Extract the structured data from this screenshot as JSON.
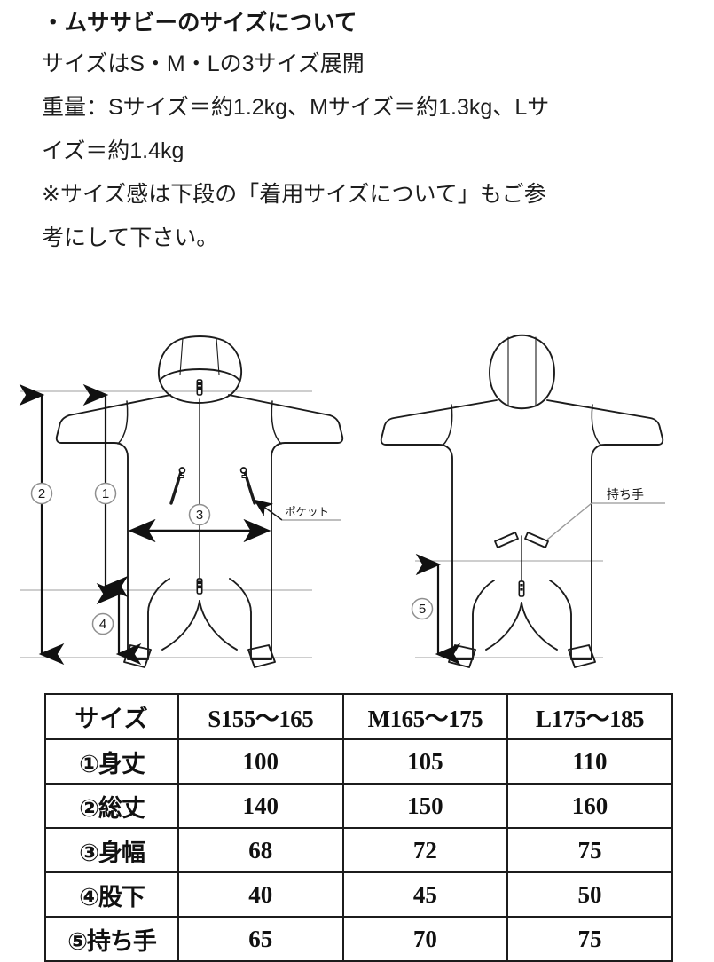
{
  "document": {
    "heading": "・ムササビーのサイズについて",
    "paragraph_lines": [
      "サイズはS・M・Lの3サイズ展開",
      "重量：Sサイズ＝約1.2kg、Mサイズ＝約1.3kg、Lサ",
      "イズ＝約1.4kg",
      "※サイズ感は下段の「着用サイズについて」もご参",
      "考にして下さい。"
    ]
  },
  "diagram": {
    "front_view": {
      "name": "front-view",
      "callout_pocket": "ポケット",
      "dimension_markers": [
        "②",
        "①",
        "③",
        "④"
      ]
    },
    "back_view": {
      "name": "back-view",
      "callout_handle": "持ち手",
      "dimension_markers": [
        "⑤"
      ]
    },
    "colors": {
      "outline": "#1a1a1a",
      "guide_line": "#b8b8b8",
      "marker_circle": "#8a8a8a",
      "fill": "#ffffff"
    }
  },
  "table": {
    "headers": [
      "サイズ",
      "S155〜165",
      "M165〜175",
      "L175〜185"
    ],
    "rows": [
      {
        "label": "①身丈",
        "values": [
          "100",
          "105",
          "110"
        ]
      },
      {
        "label": "②総丈",
        "values": [
          "140",
          "150",
          "160"
        ]
      },
      {
        "label": "③身幅",
        "values": [
          "68",
          "72",
          "75"
        ]
      },
      {
        "label": "④股下",
        "values": [
          "40",
          "45",
          "50"
        ]
      },
      {
        "label": "⑤持ち手",
        "values": [
          "65",
          "70",
          "75"
        ]
      }
    ]
  }
}
